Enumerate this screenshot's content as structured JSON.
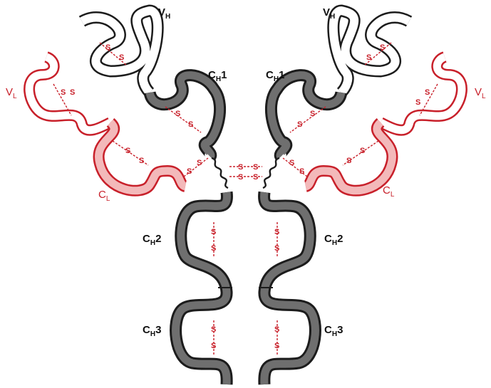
{
  "labels": {
    "vh_left": {
      "main": "V",
      "sub": "H"
    },
    "vh_right": {
      "main": "V",
      "sub": "H"
    },
    "ch1_left": {
      "main": "C",
      "sub": "H",
      "suffix": "1"
    },
    "ch1_right": {
      "main": "C",
      "sub": "H",
      "suffix": "1"
    },
    "vl_left": {
      "main": "V",
      "sub": "L"
    },
    "vl_right": {
      "main": "V",
      "sub": "L"
    },
    "cl_left": {
      "main": "C",
      "sub": "L"
    },
    "cl_right": {
      "main": "C",
      "sub": "L"
    },
    "ch2_left": {
      "main": "C",
      "sub": "H",
      "suffix": "2"
    },
    "ch2_right": {
      "main": "C",
      "sub": "H",
      "suffix": "2"
    },
    "ch3_left": {
      "main": "C",
      "sub": "H",
      "suffix": "3"
    },
    "ch3_right": {
      "main": "C",
      "sub": "H",
      "suffix": "3"
    }
  },
  "disulfide": {
    "atom": "S",
    "bond": "S-S"
  },
  "colors": {
    "heavy_chain_constant": "#6f6f6f",
    "outline": "#1c1c1c",
    "light_chain": "#c8202a",
    "light_chain_constant_fill": "#f3b9ba",
    "variable_fill": "#ffffff"
  }
}
